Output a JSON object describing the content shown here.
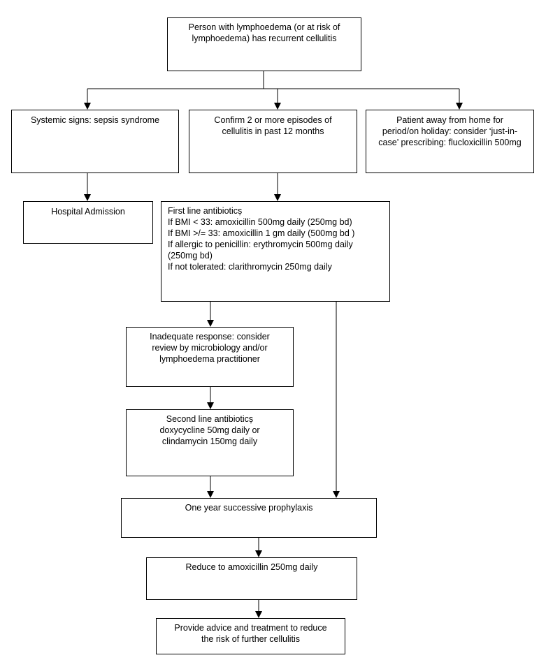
{
  "flowchart": {
    "start": {
      "lines": [
        "Person with lymphoedema (or at risk of",
        "lymphoedema) has recurrent  cellulitis"
      ]
    },
    "systemic": {
      "lines": [
        "Systemic signs: sepsis syndrome"
      ]
    },
    "confirm": {
      "lines": [
        "Confirm 2 or more episodes of",
        "cellulitis in past 12 months"
      ]
    },
    "away": {
      "lines": [
        "Patient away from home for",
        "period/on holiday: consider ‘just-in-",
        "case’ prescribing: flucloxicillin 500mg"
      ]
    },
    "hospital": {
      "lines": [
        "Hospital Admission"
      ]
    },
    "first_line": {
      "lines": [
        "First line antibioticș",
        "If BMI < 33: amoxicillin 500mg daily (250mg  bd)",
        "If BMI >/= 33: amoxicillin 1 gm daily (500mg bd )",
        "If allergic to penicillin: erythromycin 500mg daily",
        "(250mg bd)",
        "If not tolerated: clarithromycin 250mg daily"
      ]
    },
    "inadequate": {
      "lines": [
        "Inadequate response: consider",
        "review by microbiology and/or",
        "lymphoedema practitioner"
      ]
    },
    "second_line": {
      "lines": [
        "Second line antibioticș",
        "doxycycline 50mg daily or",
        "clindamycin 150mg daily"
      ]
    },
    "prophylaxis": {
      "lines": [
        "One year successive prophylaxis"
      ]
    },
    "reduce": {
      "lines": [
        "Reduce to amoxicillin 250mg daily"
      ]
    },
    "advice": {
      "lines": [
        "Provide advice and treatment to reduce",
        "the risk of further cellulitis"
      ]
    }
  }
}
